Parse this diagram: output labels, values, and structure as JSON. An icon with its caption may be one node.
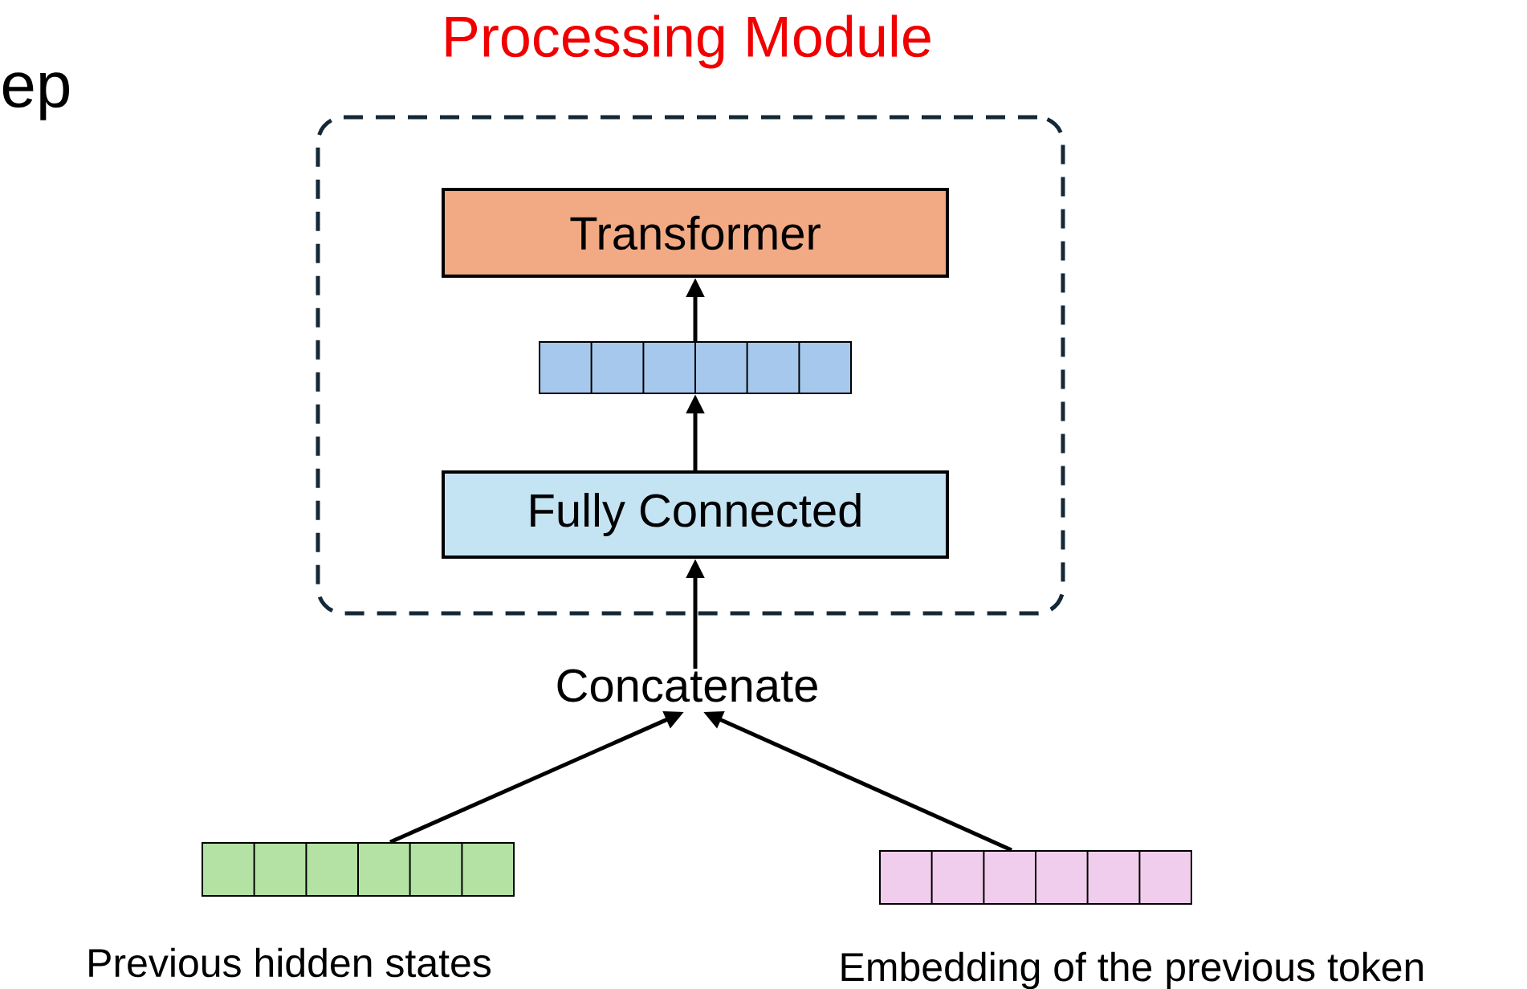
{
  "diagram": {
    "nodes": [
      {
        "text": [
          "Processing Module"
        ]
      },
      {
        "text": [
          "Transformer"
        ],
        "in": 0
      },
      {
        "text": [],
        "shape": "bar",
        "in": 0
      },
      {
        "text": [
          "Fully Connected"
        ],
        "in": 0
      },
      {
        "text": [
          "Concatenate"
        ]
      },
      {
        "text": [],
        "shape": "bar",
        "beside": [
          "Previous hidden states"
        ]
      },
      {
        "text": [],
        "shape": "bar",
        "beside": [
          "Embedding of the previous token"
        ]
      }
    ],
    "edges": [
      {
        "from": 3,
        "to": 2,
        "arrow": "to"
      },
      {
        "from": 2,
        "to": 1,
        "arrow": "to"
      },
      {
        "from": 4,
        "to": 3,
        "arrow": "to"
      },
      {
        "from": 5,
        "to": 4,
        "arrow": "to"
      },
      {
        "from": 6,
        "to": 4,
        "arrow": "to"
      }
    ],
    "labels": [
      "ep"
    ]
  }
}
